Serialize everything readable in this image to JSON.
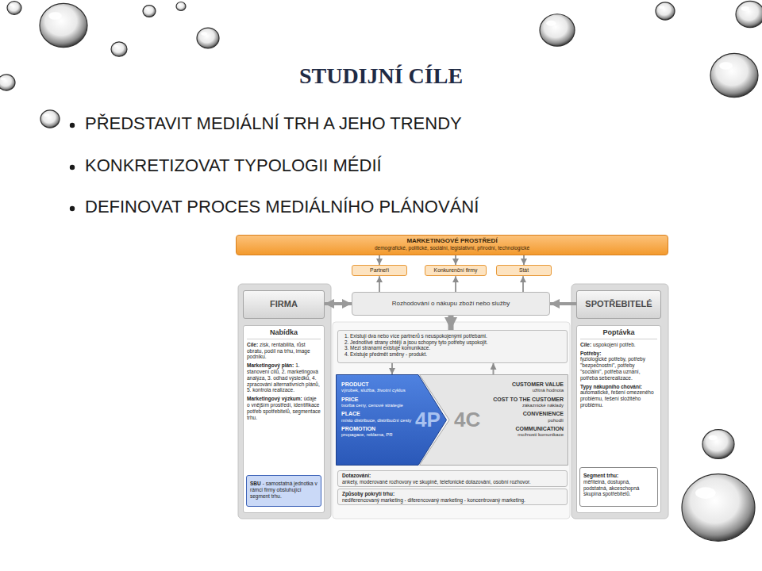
{
  "diagram": {
    "title": "STUDIJNÍ CÍLE",
    "nodes": [
      {
        "text": [
          "MARKETINGOVÉ PROSTŘEDÍ",
          "demografické, politické, sociální, legislativní, přírodní, technologické"
        ]
      },
      {
        "text": [
          "Partneři"
        ]
      },
      {
        "text": [
          "Konkurenční firmy"
        ]
      },
      {
        "text": [
          "Stát"
        ]
      },
      {
        "text": [
          "FIRMA"
        ]
      },
      {
        "text": [
          "Rozhodování o nákupu zboží nebo služby"
        ]
      },
      {
        "text": [
          "SPOTŘEBITELÉ"
        ]
      },
      {
        "text": [
          "Nabídka",
          "Cíle:",
          "zisk, rentabilita, růst obratu, podíl na trhu, image podniku.",
          "Marketingový plán:",
          "1. stanovení cílů, 2. marketingová analýza, 3. odhad výsledků, 4. zpracování alternativních plánů, 5. kontrola realizace.",
          "Marketingový výzkum:",
          "údaje o vnějším prostředí, identifikace potřeb spotřebitelů, segmentace trhu."
        ]
      },
      {
        "text": [
          "SBU",
          "- samostatná jednotka v rámci firmy obsluhující segment trhu."
        ],
        "in": 7
      },
      {
        "text": [
          "1. Existují dva nebo více partnerů s neuspokojenými potřebami.",
          "2. Jednotlivé strany chtějí a jsou schopny tyto potřeby uspokojit.",
          "3. Mezi stranami existuje komunikace.",
          "4. Existuje předmět směny - produkt."
        ]
      },
      {
        "text": [
          "4P",
          "PRODUCT",
          "výrobek, služba, životní cyklus",
          "PRICE",
          "tvorba ceny, cenové strategie",
          "PLACE",
          "místo distribuce, distribuční cesty",
          "PROMOTION",
          "propagace, reklama, PR"
        ]
      },
      {
        "text": [
          "4C",
          "CUSTOMER VALUE",
          "užitná hodnota",
          "COST TO THE CUSTOMER",
          "zákaznické náklady",
          "CONVENIENCE",
          "pohodlí",
          "COMMUNICATION",
          "možnosti komunikace"
        ]
      },
      {
        "text": [
          "Dotazování:",
          "ankety, moderované rozhovory ve skupině, telefonické dotazování, osobní rozhovor."
        ]
      },
      {
        "text": [
          "Způsoby pokrytí trhu:",
          "nediferencovaný marketing - diferencovaný marketing - koncentrovaný marketing."
        ]
      },
      {
        "text": [
          "Poptávka",
          "Cíle:",
          "uspokojení potřeb.",
          "Potřeby:",
          "fyziologické potřeby, potřeby \"bezpečnostní\", potřeby \"sociální\", potřeba uznání, potřeba seberealizace.",
          "Typy nákupního chování:",
          "automatické, řešení omezeného problému, řešení složitého problému."
        ]
      },
      {
        "text": [
          "Segment trhu:",
          "měřitelná, dostupná, podstatná, akceschopná skupina spotřebitelů."
        ],
        "in": 14
      }
    ],
    "edges": [
      {
        "from": 0,
        "to": 1,
        "arrow": "to"
      },
      {
        "from": 0,
        "to": 2,
        "arrow": "to"
      },
      {
        "from": 0,
        "to": 3,
        "arrow": "to"
      },
      {
        "from": 5,
        "to": 1,
        "arrow": "to"
      },
      {
        "from": 5,
        "to": 2,
        "arrow": "to"
      },
      {
        "from": 5,
        "to": 3,
        "arrow": "to"
      },
      {
        "from": 4,
        "to": 5,
        "arrow": "both"
      },
      {
        "from": 6,
        "to": 5,
        "arrow": "to"
      },
      {
        "from": 5,
        "to": 9,
        "arrow": "to"
      },
      {
        "from": 9,
        "to": 10,
        "arrow": "to"
      },
      {
        "from": 11,
        "to": 9,
        "arrow": "to"
      }
    ],
    "labels": [
      "PŘEDSTAVIT MEDIÁLNÍ TRH A JEHO TRENDY",
      "KONKRETIZOVAT TYPOLOGII MÉDIÍ",
      "DEFINOVAT PROCES MEDIÁLNÍHO PLÁNOVÁNÍ"
    ]
  }
}
